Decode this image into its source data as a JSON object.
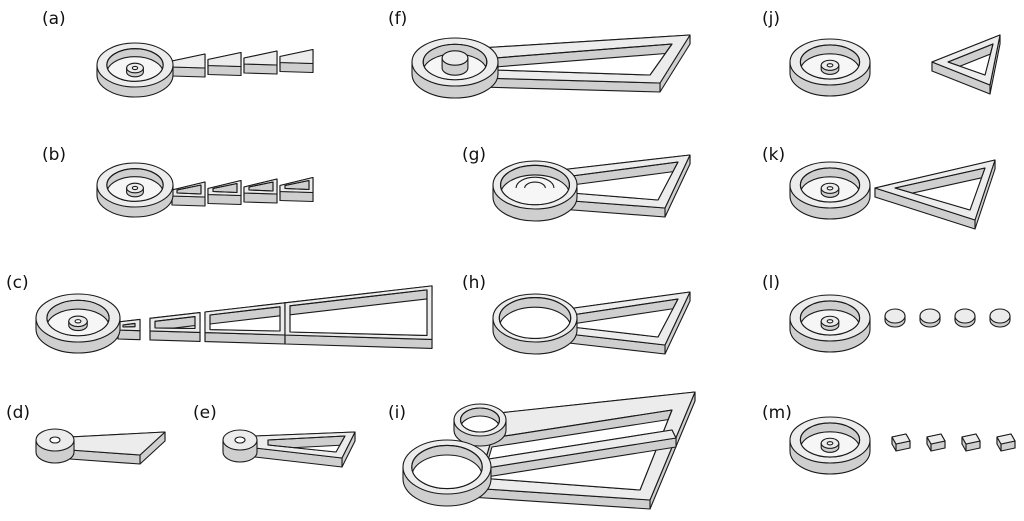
{
  "panels": [
    {
      "id": "a",
      "label": "(a)"
    },
    {
      "id": "b",
      "label": "(b)"
    },
    {
      "id": "c",
      "label": "(c)"
    },
    {
      "id": "d",
      "label": "(d)"
    },
    {
      "id": "e",
      "label": "(e)"
    },
    {
      "id": "f",
      "label": "(f)"
    },
    {
      "id": "g",
      "label": "(g)"
    },
    {
      "id": "h",
      "label": "(h)"
    },
    {
      "id": "i",
      "label": "(i)"
    },
    {
      "id": "j",
      "label": "(j)"
    },
    {
      "id": "k",
      "label": "(k)"
    },
    {
      "id": "l",
      "label": "(l)"
    },
    {
      "id": "m",
      "label": "(m)"
    }
  ],
  "colors": {
    "top": "#ececec",
    "side": "#cfcfcf",
    "stroke": "#1a1a1a",
    "floor": "#f6f6f6"
  }
}
